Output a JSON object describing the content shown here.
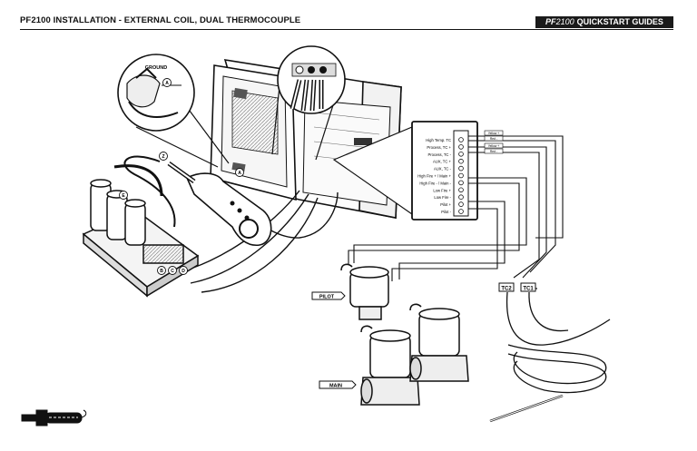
{
  "header": {
    "title": "PF2100 INSTALLATION -  EXTERNAL COIL, DUAL THERMOCOUPLE",
    "brand_prefix": "PF",
    "brand_model": "2100",
    "brand_suffix": "QUICKSTART GUIDES"
  },
  "callouts": {
    "ground": "GROUND",
    "a": "A",
    "b": "B",
    "c": "C",
    "d": "D",
    "e": "E",
    "z": "Z"
  },
  "terminals": [
    "High Temp. TC",
    "Process, TC +",
    "Process, TC -",
    "AUX, TC +",
    "AUX, TC -",
    "High Fire + / Main +",
    "High Fire - / Main -",
    "Low Fire +",
    "Low Fire -",
    "Pilot +",
    "Pilot -"
  ],
  "wire_tags": [
    "Yellow +",
    "Red -",
    "Yellow +",
    "Red -"
  ],
  "thermocouples": {
    "tc2": "TC2",
    "tc1": "TC1"
  },
  "valves": {
    "pilot": "PILOT",
    "main": "MAIN"
  },
  "colors": {
    "ink": "#111111",
    "panel_fill": "#ffffff",
    "shade": "#555555"
  }
}
